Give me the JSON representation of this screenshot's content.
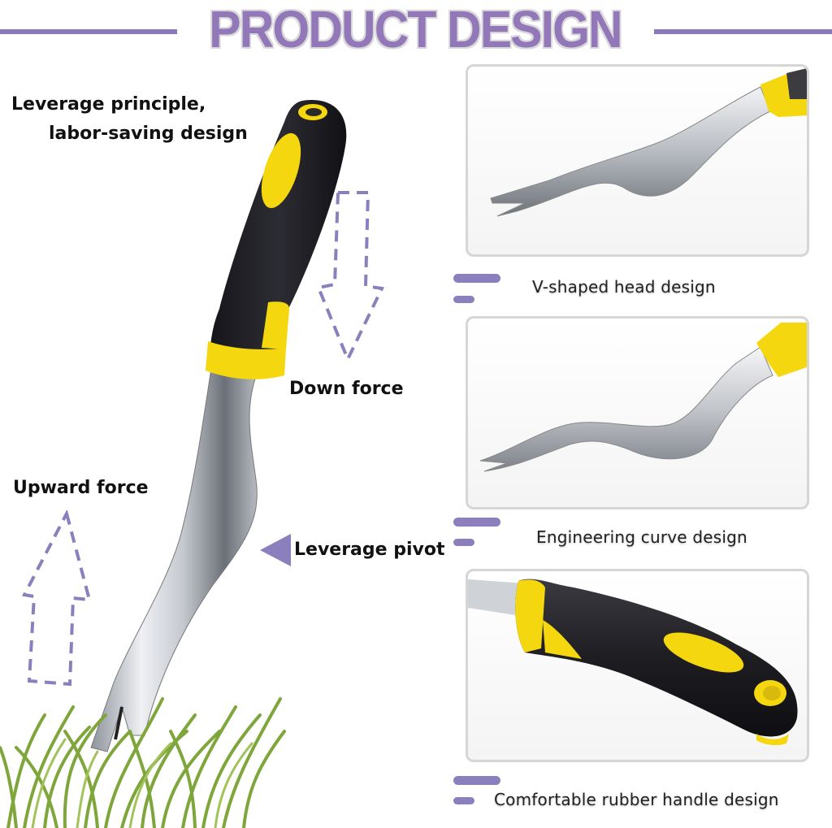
{
  "header": {
    "title": "PRODUCT DESIGN",
    "accent_color": "#9277b9"
  },
  "main_illustration": {
    "headline_line1": "Leverage principle,",
    "headline_line2": "labor-saving design",
    "down_force_label": "Down force",
    "upward_force_label": "Upward force",
    "pivot_label": "Leverage pivot",
    "icons": [
      "down-arrow-dashed-icon",
      "up-arrow-dashed-icon",
      "pivot-triangle-icon"
    ],
    "handle_colors": {
      "rubber": "#1f1f24",
      "grip": "#f5d90f",
      "metal": "#c8cbd0"
    },
    "grass_color": "#7ea63a"
  },
  "features": [
    {
      "caption": "V-shaped head design",
      "image": "v-shaped-head-closeup"
    },
    {
      "caption": "Engineering curve design",
      "image": "engineering-curve-closeup"
    },
    {
      "caption": "Comfortable rubber handle design",
      "image": "rubber-handle-closeup"
    }
  ]
}
